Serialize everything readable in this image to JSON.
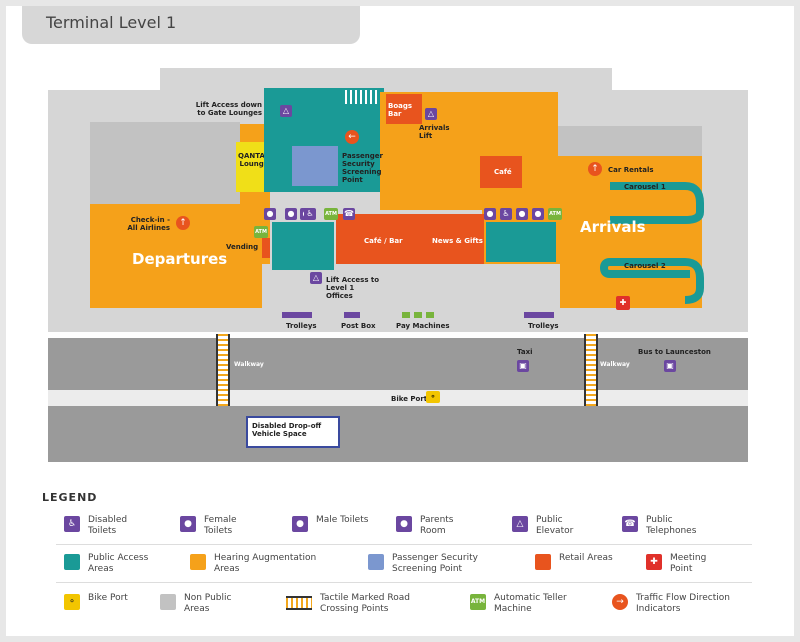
{
  "title": "Terminal Level 1",
  "colors": {
    "public_access": "#1a9a96",
    "hearing_augmentation": "#f5a11a",
    "security": "#7b97cf",
    "retail": "#e8541e",
    "non_public": "#c2c2c2",
    "road": "#9a9a9a",
    "facility_icon": "#6b47a0",
    "atm": "#78b43c",
    "bike": "#f2c500",
    "lounge": "#f0df18",
    "meeting": "#e0312a"
  },
  "map": {
    "areas": {
      "departures": "Departures",
      "arrivals": "Arrivals",
      "cafe_bar": "Café / Bar",
      "news_gifts": "News & Gifts",
      "cafe": "Café",
      "boags_bar": "Boags Bar",
      "qantas_lounge": "QANTAS Lounge"
    },
    "labels": {
      "lift_gate": "Lift Access down to Gate Lounges",
      "arrivals_lift": "Arrivals Lift",
      "passenger_security": "Passenger Security Screening Point",
      "car_rentals": "Car Rentals",
      "carousel_1": "Carousel 1",
      "carousel_2": "Carousel 2",
      "checkin": "Check-in - All Airlines",
      "vending": "Vending",
      "lift_offices": "Lift Access to Level 1 Offices",
      "trolleys_left": "Trolleys",
      "post_box": "Post Box",
      "pay_machines": "Pay Machines",
      "trolleys_right": "Trolleys",
      "walkway_left": "Walkway",
      "walkway_right": "Walkway",
      "taxi": "Taxi",
      "bus": "Bus to Launceston",
      "bike_port": "Bike Port",
      "disabled_dropoff": "Disabled Drop-off Vehicle Space"
    },
    "icon_text": {
      "atm": "ATM"
    }
  },
  "legend": {
    "title": "LEGEND",
    "items": [
      {
        "label": "Disabled Toilets",
        "icon": "wheelchair-icon"
      },
      {
        "label": "Female Toilets",
        "icon": "female-icon"
      },
      {
        "label": "Male Toilets",
        "icon": "male-icon"
      },
      {
        "label": "Parents Room",
        "icon": "parents-icon"
      },
      {
        "label": "Public Elevator",
        "icon": "elevator-icon"
      },
      {
        "label": "Public Telephones",
        "icon": "phone-icon"
      },
      {
        "label": "Public Access Areas",
        "icon": "public-access-swatch"
      },
      {
        "label": "Hearing Augmentation Areas",
        "icon": "hearing-swatch"
      },
      {
        "label": "Passenger Security Screening Point",
        "icon": "security-swatch"
      },
      {
        "label": "Retail Areas",
        "icon": "retail-swatch"
      },
      {
        "label": "Meeting Point",
        "icon": "meeting-icon"
      },
      {
        "label": "Bike Port",
        "icon": "bike-icon"
      },
      {
        "label": "Non Public Areas",
        "icon": "non-public-swatch"
      },
      {
        "label": "Tactile Marked Road Crossing Points",
        "icon": "crossing-icon"
      },
      {
        "label": "Automatic Teller Machine",
        "icon": "atm-icon"
      },
      {
        "label": "Traffic Flow Direction Indicators",
        "icon": "arrow-icon"
      }
    ]
  }
}
